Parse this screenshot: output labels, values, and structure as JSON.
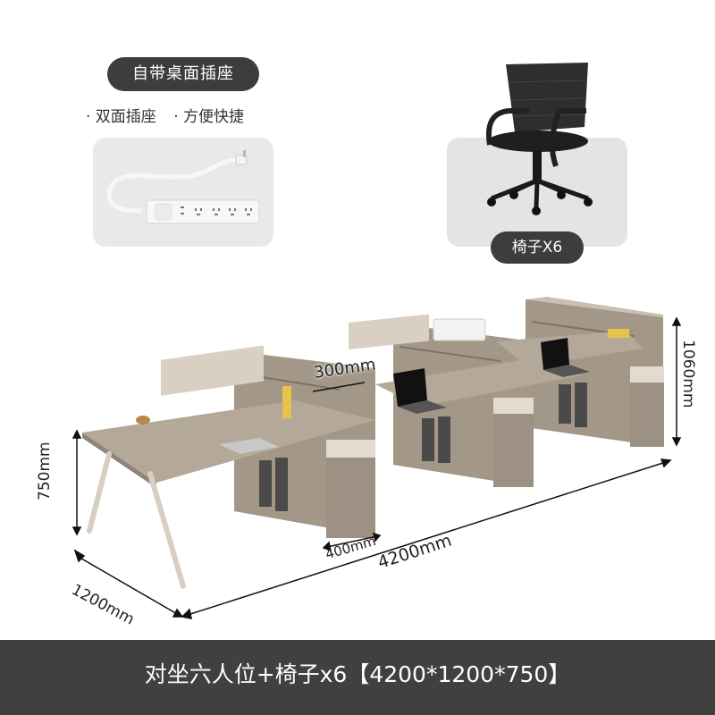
{
  "socket_section": {
    "title": "自带桌面插座",
    "features": [
      "· 双面插座",
      "· 方便快捷"
    ]
  },
  "chair_section": {
    "label": "椅子X6"
  },
  "dimensions": {
    "height_desk": "750mm",
    "height_cabinet": "1060mm",
    "depth": "1200mm",
    "length": "4200mm",
    "cabinet_width": "400mm",
    "shelf_depth": "300mm"
  },
  "footer": {
    "title": "对坐六人位+椅子x6【4200*1200*750】"
  },
  "colors": {
    "pill_bg": "#3d3d3d",
    "card_bg": "#e9e9e9",
    "footer_bg": "#404040",
    "wood": "#a89c8e",
    "wood_light": "#c9bfb2",
    "wood_dark": "#8a7f73",
    "leg": "#d8cfc3"
  }
}
